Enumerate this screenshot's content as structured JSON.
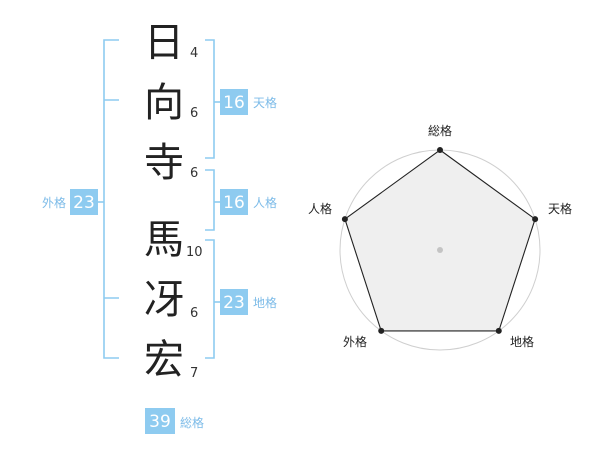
{
  "name": {
    "characters": [
      {
        "char": "日",
        "strokes": "4"
      },
      {
        "char": "向",
        "strokes": "6"
      },
      {
        "char": "寺",
        "strokes": "6"
      },
      {
        "char": "馬",
        "strokes": "10"
      },
      {
        "char": "冴",
        "strokes": "6"
      },
      {
        "char": "宏",
        "strokes": "7"
      }
    ]
  },
  "grids": {
    "tenkaku": {
      "value": "16",
      "label": "天格"
    },
    "jinkaku": {
      "value": "16",
      "label": "人格"
    },
    "chikaku": {
      "value": "23",
      "label": "地格"
    },
    "gaikaku": {
      "value": "23",
      "label": "外格"
    },
    "soukaku": {
      "value": "39",
      "label": "総格"
    }
  },
  "radar": {
    "axes": [
      "総格",
      "天格",
      "地格",
      "外格",
      "人格"
    ],
    "levels": 5,
    "values": [
      1.0,
      1.0,
      1.0,
      1.0,
      1.0
    ]
  },
  "colors": {
    "accent": "#8ecbf0",
    "accent_text": "#7cbbe8",
    "kanji": "#222222",
    "radar_fill": "#efefef",
    "radar_line": "#222222",
    "ring": "#c8c8c8"
  }
}
